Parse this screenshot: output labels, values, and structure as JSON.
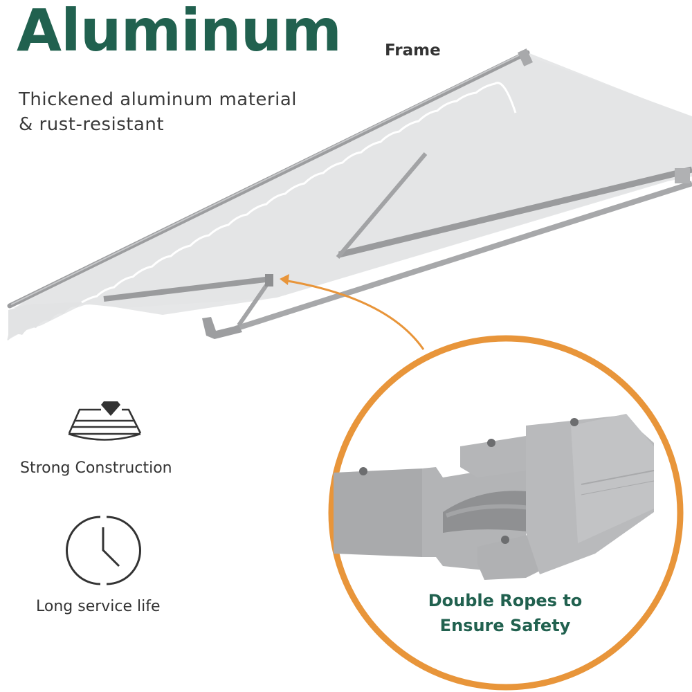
{
  "header": {
    "title": "Aluminum",
    "subtitle": "Frame",
    "description_lines": [
      "Thickened aluminum material",
      "& rust-resistant"
    ]
  },
  "features": [
    {
      "icon": "diamond-layers-icon",
      "label": "Strong Construction"
    },
    {
      "icon": "clock-icon",
      "label": "Long service life"
    }
  ],
  "callout": {
    "lines": [
      "Double Ropes to",
      "Ensure Safety"
    ],
    "ring_color": "#E8953A",
    "text_color": "#21614F"
  },
  "colors": {
    "brand_green": "#21614F",
    "accent_orange": "#E8953A",
    "fabric": "#E6E7E8",
    "frame": "#9A9B9D"
  }
}
